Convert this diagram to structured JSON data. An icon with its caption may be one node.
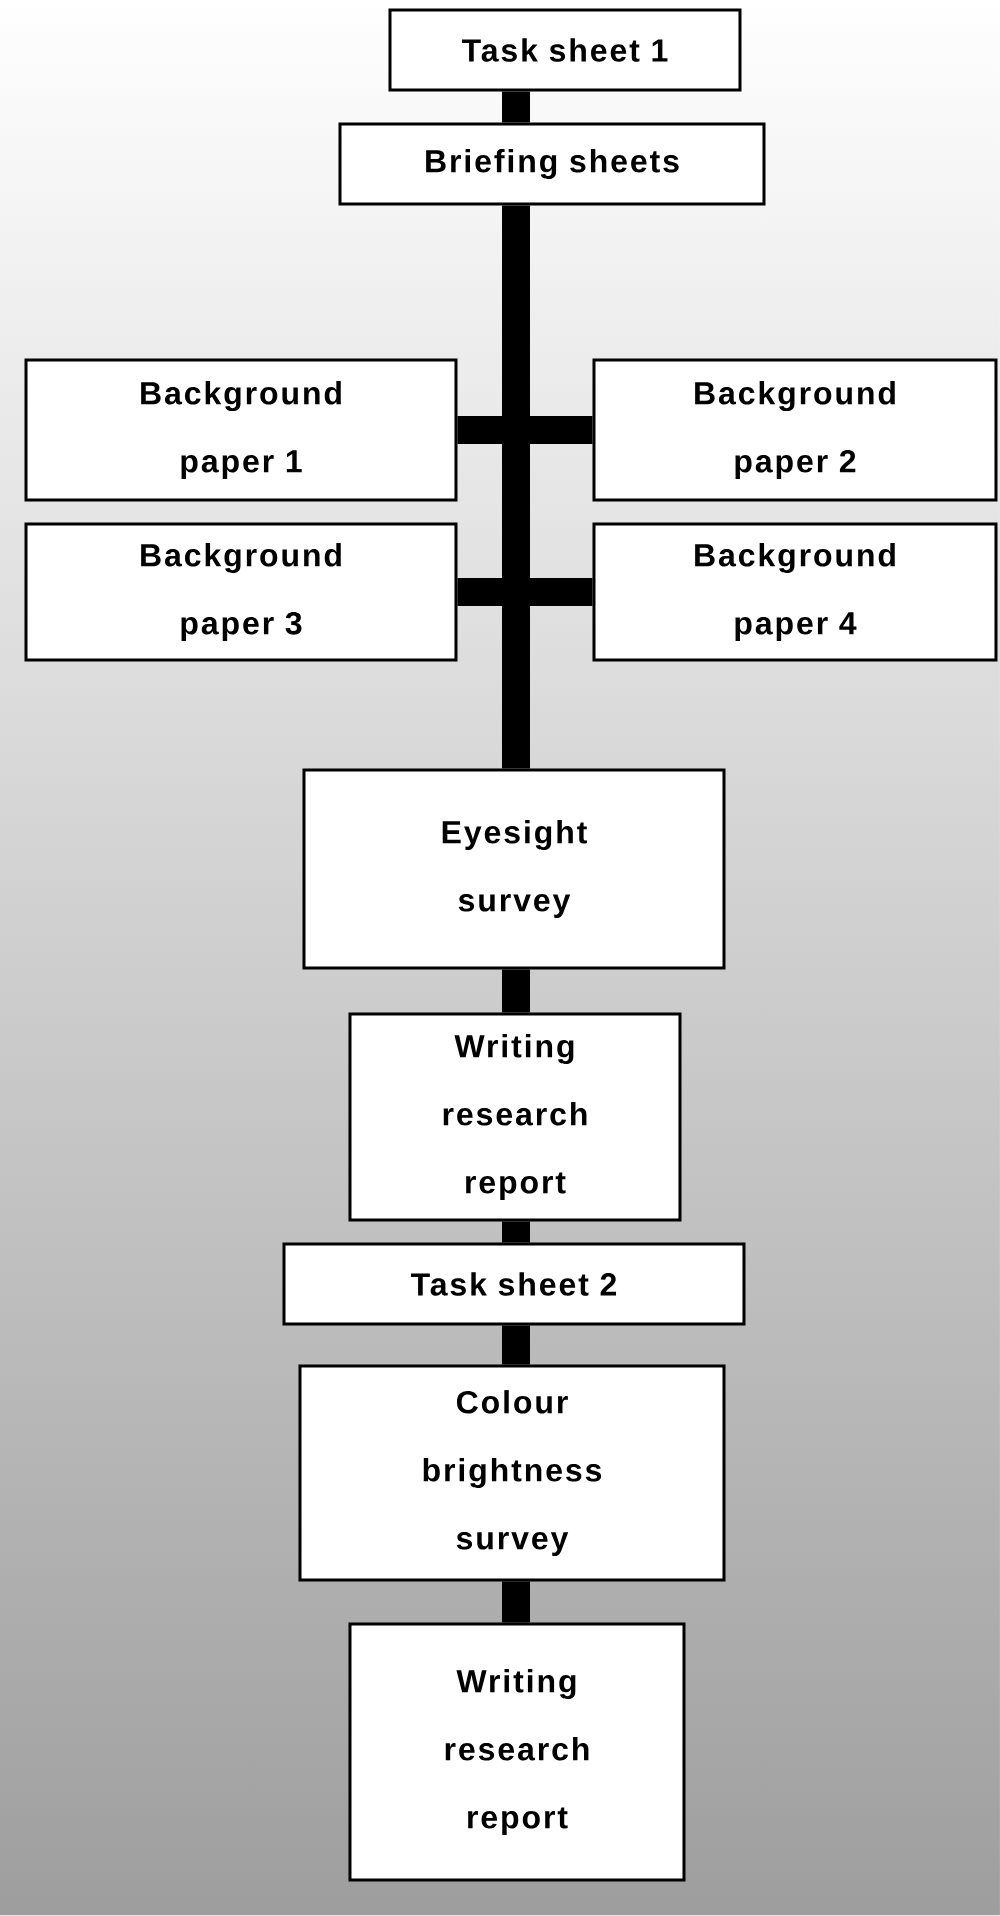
{
  "diagram": {
    "nodes": [
      {
        "text": [
          "Task sheet 1"
        ]
      },
      {
        "text": [
          "Briefing sheets"
        ]
      },
      {
        "text": [
          "Background paper 1"
        ]
      },
      {
        "text": [
          "Background paper 2"
        ]
      },
      {
        "text": [
          "Background paper 3"
        ]
      },
      {
        "text": [
          "Background paper 4"
        ]
      },
      {
        "text": [
          "Eyesight survey"
        ]
      },
      {
        "text": [
          "Writing research report"
        ]
      },
      {
        "text": [
          "Task sheet 2"
        ]
      },
      {
        "text": [
          "Colour brightness survey"
        ]
      },
      {
        "text": [
          "Writing research report"
        ]
      }
    ],
    "edges": [
      {
        "from": 0,
        "to": 1,
        "arrow": "none"
      },
      {
        "from": 1,
        "to": 6,
        "arrow": "none"
      },
      {
        "from": 2,
        "to": 3,
        "arrow": "none"
      },
      {
        "from": 4,
        "to": 5,
        "arrow": "none"
      },
      {
        "from": 6,
        "to": 7,
        "arrow": "none"
      },
      {
        "from": 7,
        "to": 8,
        "arrow": "none"
      },
      {
        "from": 8,
        "to": 9,
        "arrow": "none"
      },
      {
        "from": 9,
        "to": 10,
        "arrow": "none"
      }
    ]
  }
}
